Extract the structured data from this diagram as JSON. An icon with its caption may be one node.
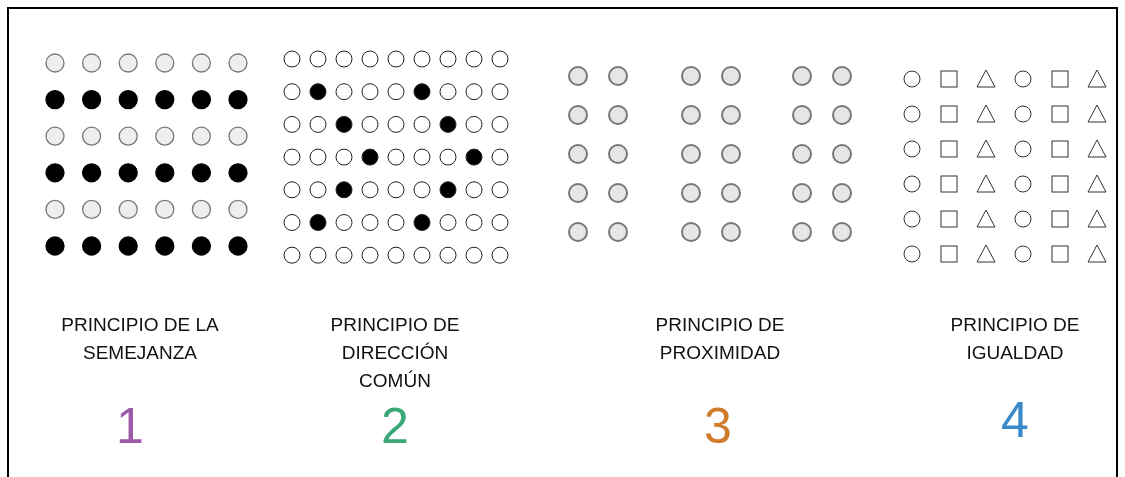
{
  "diagram": {
    "labels": [
      "PRINCIPIO DE LA SEMEJANZA",
      "PRINCIPIO DE DIRECCIÓN COMÚN",
      "PRINCIPIO DE PROXIMIDAD",
      "PRINCIPIO DE IGUALDAD",
      "1",
      "2",
      "3",
      "4"
    ]
  }
}
